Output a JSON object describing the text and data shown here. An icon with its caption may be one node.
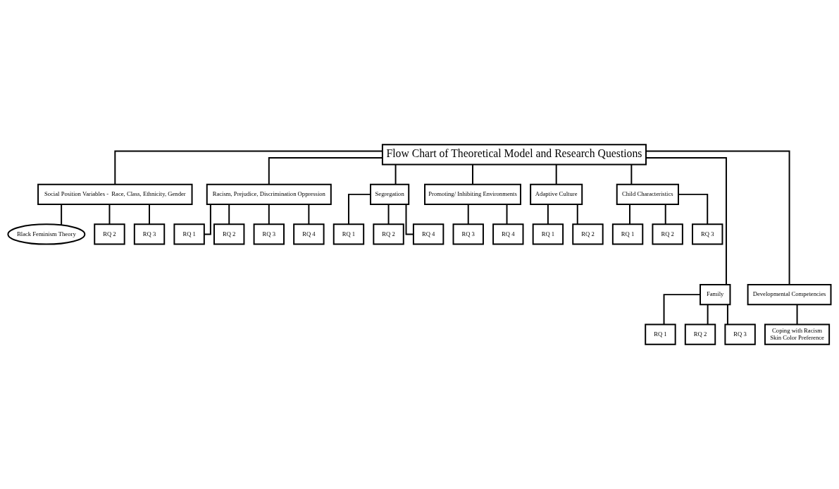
{
  "diagram": {
    "nodes": [
      {
        "text": [
          "Flow Chart of Theoretical Model and Research Questions"
        ]
      },
      {
        "text": [
          "Social Position Variables -  Race, Class, Ethnicity, Gender"
        ]
      },
      {
        "text": [
          "Black Feminism Theory"
        ]
      },
      {
        "text": [
          "RQ 2"
        ]
      },
      {
        "text": [
          "RQ 3"
        ]
      },
      {
        "text": [
          "Racism, Prejudice, Discrimination Oppression"
        ]
      },
      {
        "text": [
          "RQ 1"
        ]
      },
      {
        "text": [
          "RQ 2"
        ]
      },
      {
        "text": [
          "RQ 3"
        ]
      },
      {
        "text": [
          "RQ 4"
        ]
      },
      {
        "text": [
          "Segregation"
        ]
      },
      {
        "text": [
          "RQ 1"
        ]
      },
      {
        "text": [
          "RQ 2"
        ]
      },
      {
        "text": [
          "RQ 4"
        ]
      },
      {
        "text": [
          "Promoting/ Inhibiting Environments"
        ]
      },
      {
        "text": [
          "RQ 3"
        ]
      },
      {
        "text": [
          "RQ 4"
        ]
      },
      {
        "text": [
          "Adaptive Culture"
        ]
      },
      {
        "text": [
          "RQ 1"
        ]
      },
      {
        "text": [
          "RQ 2"
        ]
      },
      {
        "text": [
          "Child Characteristics"
        ]
      },
      {
        "text": [
          "RQ 1"
        ]
      },
      {
        "text": [
          "RQ 2"
        ]
      },
      {
        "text": [
          "RQ 3"
        ]
      },
      {
        "text": [
          "Family"
        ]
      },
      {
        "text": [
          "RQ 1"
        ]
      },
      {
        "text": [
          "RQ 2"
        ]
      },
      {
        "text": [
          "RQ 3"
        ]
      },
      {
        "text": [
          "Developmental Competencies"
        ]
      },
      {
        "text": [
          "Coping with Racism",
          "Skin Color Preference"
        ]
      }
    ],
    "edges": [
      {
        "from": 0,
        "to": 1,
        "arrow": "none"
      },
      {
        "from": 0,
        "to": 5,
        "arrow": "none"
      },
      {
        "from": 0,
        "to": 10,
        "arrow": "none"
      },
      {
        "from": 0,
        "to": 14,
        "arrow": "none"
      },
      {
        "from": 0,
        "to": 17,
        "arrow": "none"
      },
      {
        "from": 0,
        "to": 20,
        "arrow": "none"
      },
      {
        "from": 0,
        "to": 24,
        "arrow": "none"
      },
      {
        "from": 0,
        "to": 28,
        "arrow": "none"
      },
      {
        "from": 1,
        "to": 2,
        "arrow": "none"
      },
      {
        "from": 1,
        "to": 3,
        "arrow": "none"
      },
      {
        "from": 1,
        "to": 4,
        "arrow": "none"
      },
      {
        "from": 5,
        "to": 6,
        "arrow": "none"
      },
      {
        "from": 5,
        "to": 7,
        "arrow": "none"
      },
      {
        "from": 5,
        "to": 8,
        "arrow": "none"
      },
      {
        "from": 5,
        "to": 9,
        "arrow": "none"
      },
      {
        "from": 10,
        "to": 11,
        "arrow": "none"
      },
      {
        "from": 10,
        "to": 12,
        "arrow": "none"
      },
      {
        "from": 10,
        "to": 13,
        "arrow": "none"
      },
      {
        "from": 14,
        "to": 15,
        "arrow": "none"
      },
      {
        "from": 14,
        "to": 16,
        "arrow": "none"
      },
      {
        "from": 17,
        "to": 18,
        "arrow": "none"
      },
      {
        "from": 17,
        "to": 19,
        "arrow": "none"
      },
      {
        "from": 20,
        "to": 21,
        "arrow": "none"
      },
      {
        "from": 20,
        "to": 22,
        "arrow": "none"
      },
      {
        "from": 20,
        "to": 23,
        "arrow": "none"
      },
      {
        "from": 24,
        "to": 25,
        "arrow": "none"
      },
      {
        "from": 24,
        "to": 26,
        "arrow": "none"
      },
      {
        "from": 24,
        "to": 27,
        "arrow": "none"
      },
      {
        "from": 28,
        "to": 29,
        "arrow": "none"
      }
    ]
  }
}
